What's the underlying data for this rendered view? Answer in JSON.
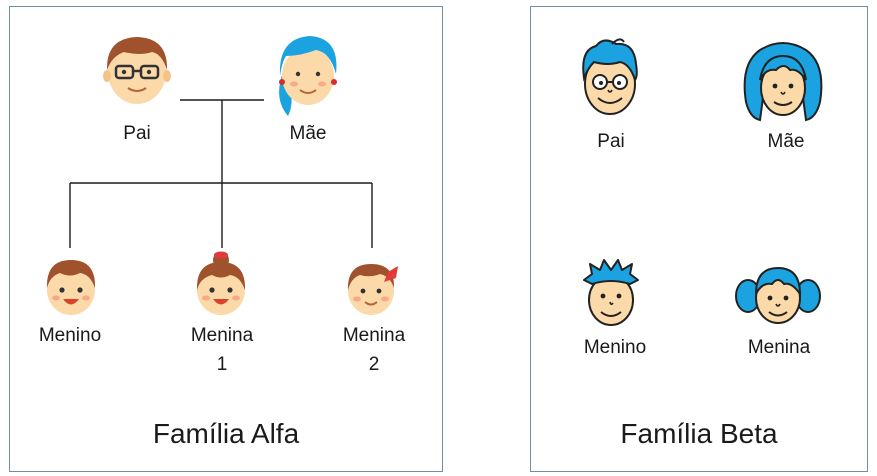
{
  "families": [
    {
      "title": "Família Alfa",
      "members": {
        "father": "Pai",
        "mother": "Mãe",
        "boy": "Menino",
        "girl1": "Menina",
        "girl1_num": "1",
        "girl2": "Menina",
        "girl2_num": "2"
      }
    },
    {
      "title": "Família Beta",
      "members": {
        "father": "Pai",
        "mother": "Mãe",
        "boy": "Menino",
        "girl": "Menina"
      }
    }
  ],
  "colors": {
    "border": "#6f8fa3",
    "skin": "#fbd9a8",
    "brown_hair": "#a0522d",
    "blue_hair": "#1aa3e0",
    "line": "#1a1a1a"
  }
}
